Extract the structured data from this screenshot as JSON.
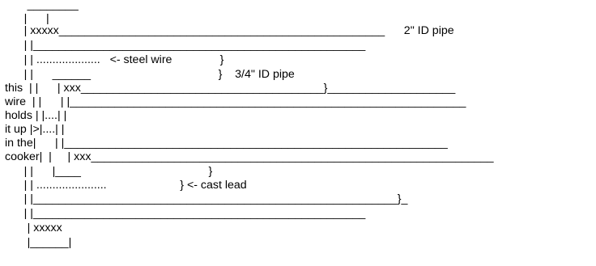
{
  "diagram": {
    "lines": [
      "       ________",
      "      |      |",
      "      | xxxxx___________________________________________________      2\" ID pipe",
      "      | |____________________________________________________",
      "      | | ....................   <- steel wire               }",
      "      | |      ______                                        }    3/4\" ID pipe",
      "this  | |      | xxx______________________________________}____________________",
      "wire  | |      | |______________________________________________________________",
      "holds | |....| |",
      "it up |>|....| |",
      "in the|      | |____________________________________________________________",
      "cooker|  |     | xxx_______________________________________________________________",
      "      | |      |____                                        }",
      "      | | ......................                       } <- cast lead",
      "      | |_________________________________________________________}_",
      "      | |____________________________________________________",
      "       | xxxxx",
      "       |______|"
    ]
  }
}
